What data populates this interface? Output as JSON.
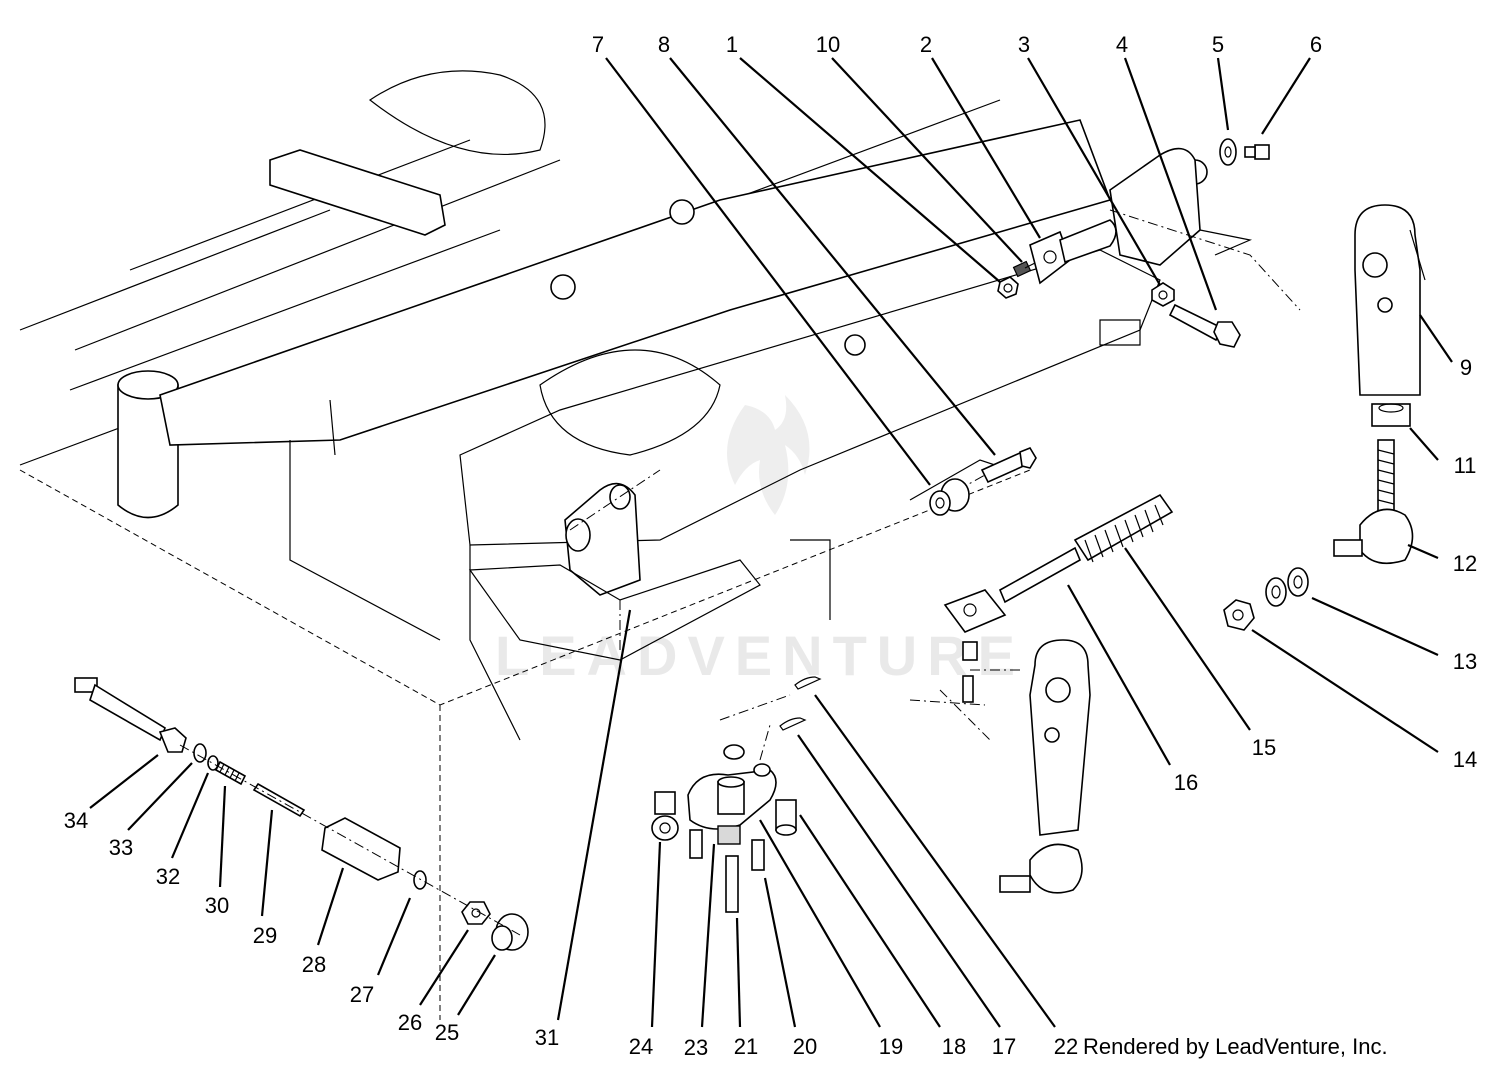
{
  "credit": "Rendered by LeadVenture, Inc.",
  "watermark": "LEADVENTURE",
  "callouts": [
    {
      "id": "7",
      "text": "7"
    },
    {
      "id": "8",
      "text": "8"
    },
    {
      "id": "1",
      "text": "1"
    },
    {
      "id": "10",
      "text": "10"
    },
    {
      "id": "2",
      "text": "2"
    },
    {
      "id": "3",
      "text": "3"
    },
    {
      "id": "4",
      "text": "4"
    },
    {
      "id": "5",
      "text": "5"
    },
    {
      "id": "6",
      "text": "6"
    },
    {
      "id": "9",
      "text": "9"
    },
    {
      "id": "11",
      "text": "11"
    },
    {
      "id": "12",
      "text": "12"
    },
    {
      "id": "13",
      "text": "13"
    },
    {
      "id": "14",
      "text": "14"
    },
    {
      "id": "15",
      "text": "15"
    },
    {
      "id": "16",
      "text": "16"
    },
    {
      "id": "34",
      "text": "34"
    },
    {
      "id": "33",
      "text": "33"
    },
    {
      "id": "32",
      "text": "32"
    },
    {
      "id": "30",
      "text": "30"
    },
    {
      "id": "29",
      "text": "29"
    },
    {
      "id": "28",
      "text": "28"
    },
    {
      "id": "27",
      "text": "27"
    },
    {
      "id": "26",
      "text": "26"
    },
    {
      "id": "25",
      "text": "25"
    },
    {
      "id": "31",
      "text": "31"
    },
    {
      "id": "24",
      "text": "24"
    },
    {
      "id": "23",
      "text": "23"
    },
    {
      "id": "21",
      "text": "21"
    },
    {
      "id": "20",
      "text": "20"
    },
    {
      "id": "19",
      "text": "19"
    },
    {
      "id": "18",
      "text": "18"
    },
    {
      "id": "17",
      "text": "17"
    },
    {
      "id": "22",
      "text": "22"
    }
  ]
}
